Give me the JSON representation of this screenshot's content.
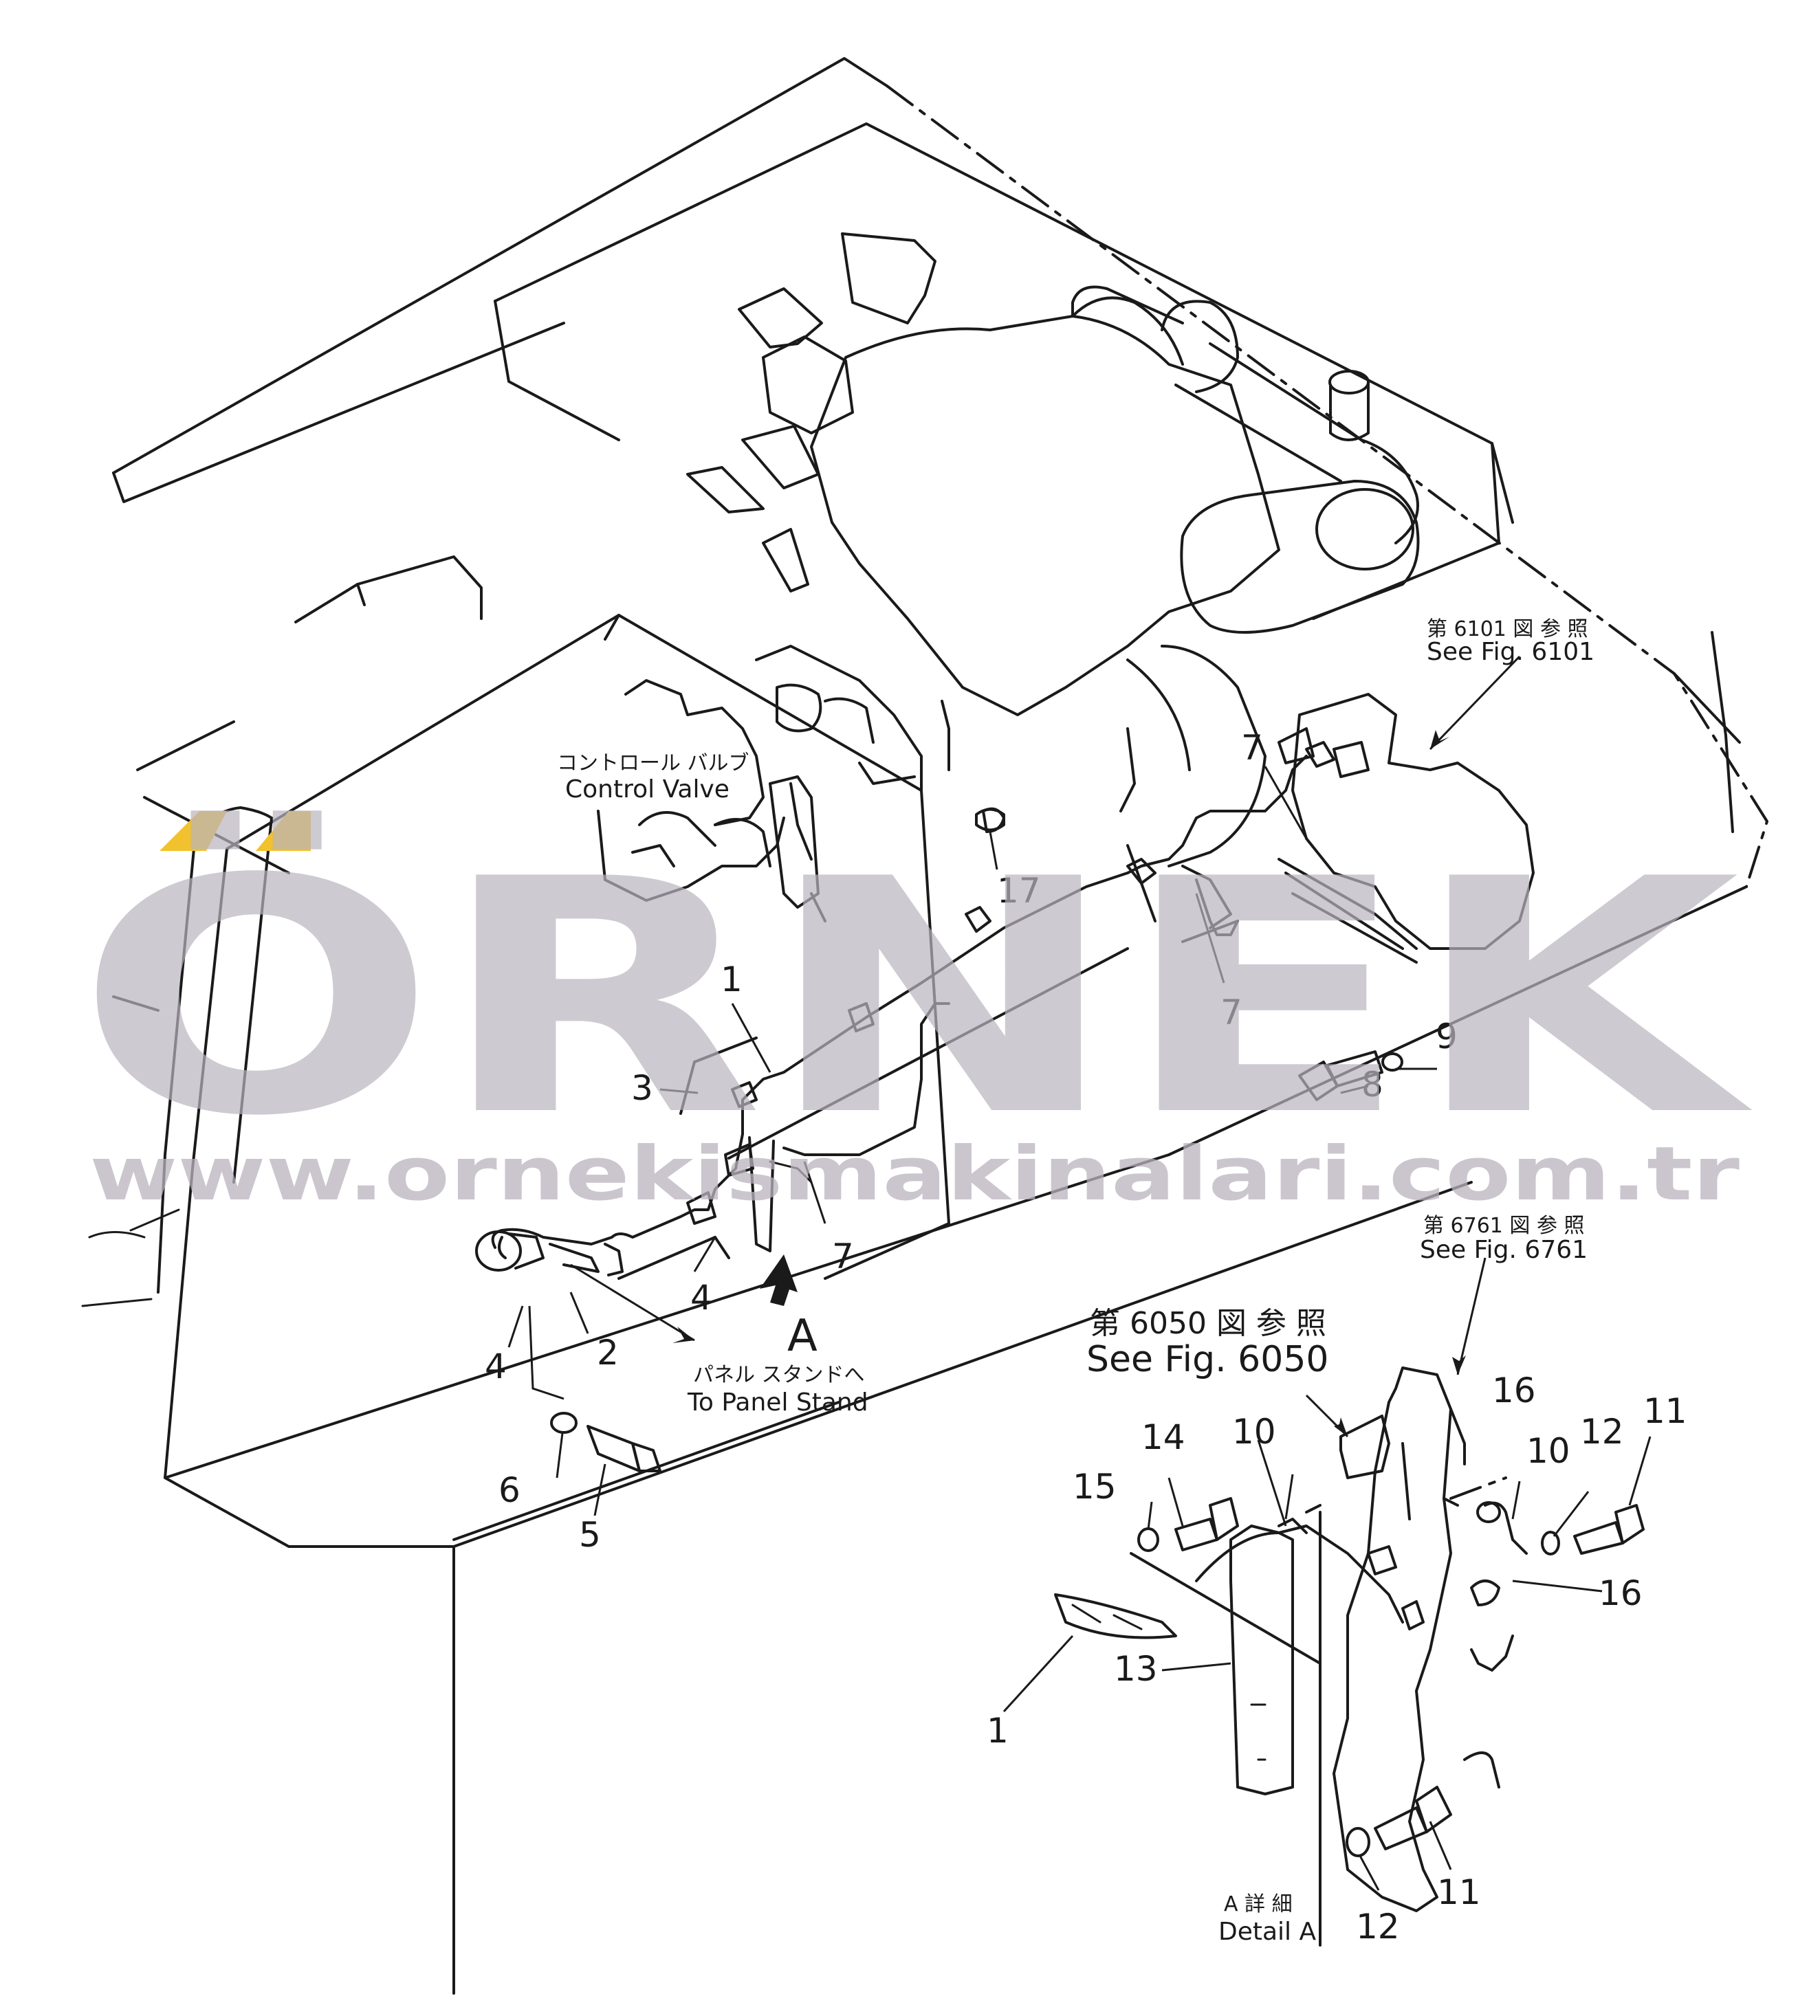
{
  "watermark": {
    "brand": "ÖRNEK",
    "url": "www.ornekismakinalari.com.tr",
    "accent_color": "#f2c12e",
    "gray_color": "#b9b3bd"
  },
  "labels": {
    "control_valve_jp": "コントロール バルブ",
    "control_valve_en": "Control Valve",
    "panel_stand_jp": "パネル スタンドへ",
    "panel_stand_en": "To Panel Stand",
    "view_arrow": "A",
    "fig6101_jp": "第 6101 図 参 照",
    "fig6101_en": "See Fig. 6101",
    "fig6761_jp": "第 6761 図 参 照",
    "fig6761_en": "See Fig. 6761",
    "fig6050_jp": "第 6050 図 参 照",
    "fig6050_en": "See Fig. 6050",
    "detail_jp": "A 詳 細",
    "detail_en": "Detail A"
  },
  "callouts": {
    "c1_main": "1",
    "c1_detail": "1",
    "c2": "2",
    "c3": "3",
    "c4_left": "4",
    "c4_mid": "4",
    "c5": "5",
    "c6": "6",
    "c7_top": "7",
    "c7_right": "7",
    "c7_lower": "7",
    "c8": "8",
    "c9": "9",
    "c10_left": "10",
    "c10_right": "10",
    "c11_top": "11",
    "c11_bottom": "11",
    "c12_top": "12",
    "c12_bottom": "12",
    "c13": "13",
    "c14": "14",
    "c15": "15",
    "c16_top": "16",
    "c16_right": "16",
    "c17": "17"
  }
}
